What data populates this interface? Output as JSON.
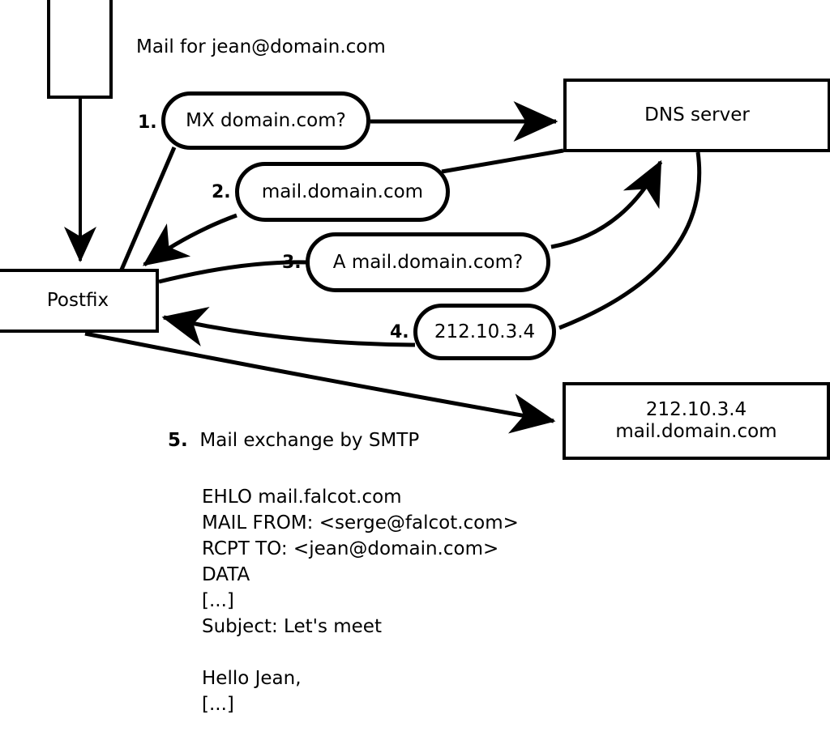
{
  "diagram": {
    "title_label": "Mail for jean@domain.com",
    "nodes": {
      "client_box": "",
      "postfix": "Postfix",
      "dns_server": "DNS server",
      "mail_host_line1": "212.10.3.4",
      "mail_host_line2": "mail.domain.com"
    },
    "steps": [
      {
        "number": "1.",
        "label": "MX domain.com?"
      },
      {
        "number": "2.",
        "label": "mail.domain.com"
      },
      {
        "number": "3.",
        "label": "A mail.domain.com?"
      },
      {
        "number": "4.",
        "label": "212.10.3.4"
      }
    ],
    "step5": {
      "number": "5.",
      "label": "Mail exchange by SMTP"
    },
    "transcript_lines": [
      "EHLO mail.falcot.com",
      "MAIL FROM: <serge@falcot.com>",
      "RCPT TO: <jean@domain.com>",
      "DATA",
      "[...]",
      "Subject: Let's meet",
      "",
      "Hello Jean,",
      "[...]",
      "",
      "."
    ],
    "colors": {
      "stroke": "#000000",
      "background": "#ffffff",
      "text": "#000000"
    }
  }
}
